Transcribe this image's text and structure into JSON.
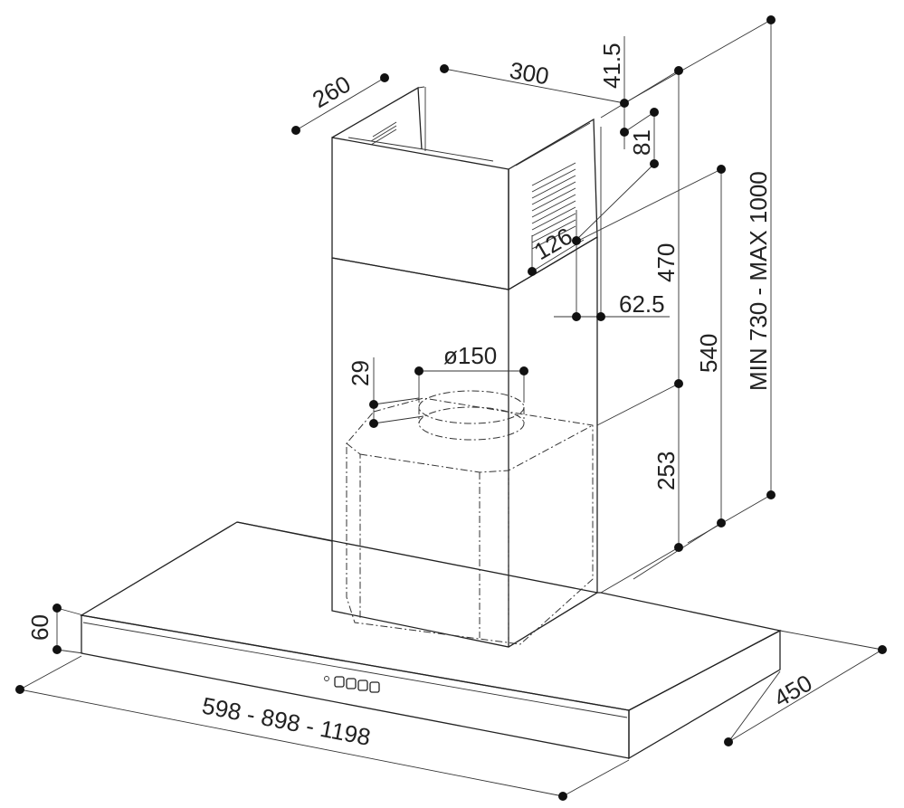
{
  "title": "Chimney hood dimension drawing",
  "dimensions": {
    "chimney_depth": "260",
    "chimney_width": "300",
    "top_offset": "41.5",
    "vent_height": "81",
    "vent_width": "126",
    "vent_offset": "62.5",
    "upper_chimney_height": "470",
    "lower_chimney_height": "540",
    "motor_height": "253",
    "total_height": "MIN 730 - MAX 1000",
    "duct_diameter": "ø150",
    "duct_collar_height": "29",
    "canopy_thickness": "60",
    "canopy_widths": "598 - 898 - 1198",
    "canopy_depth": "450"
  }
}
